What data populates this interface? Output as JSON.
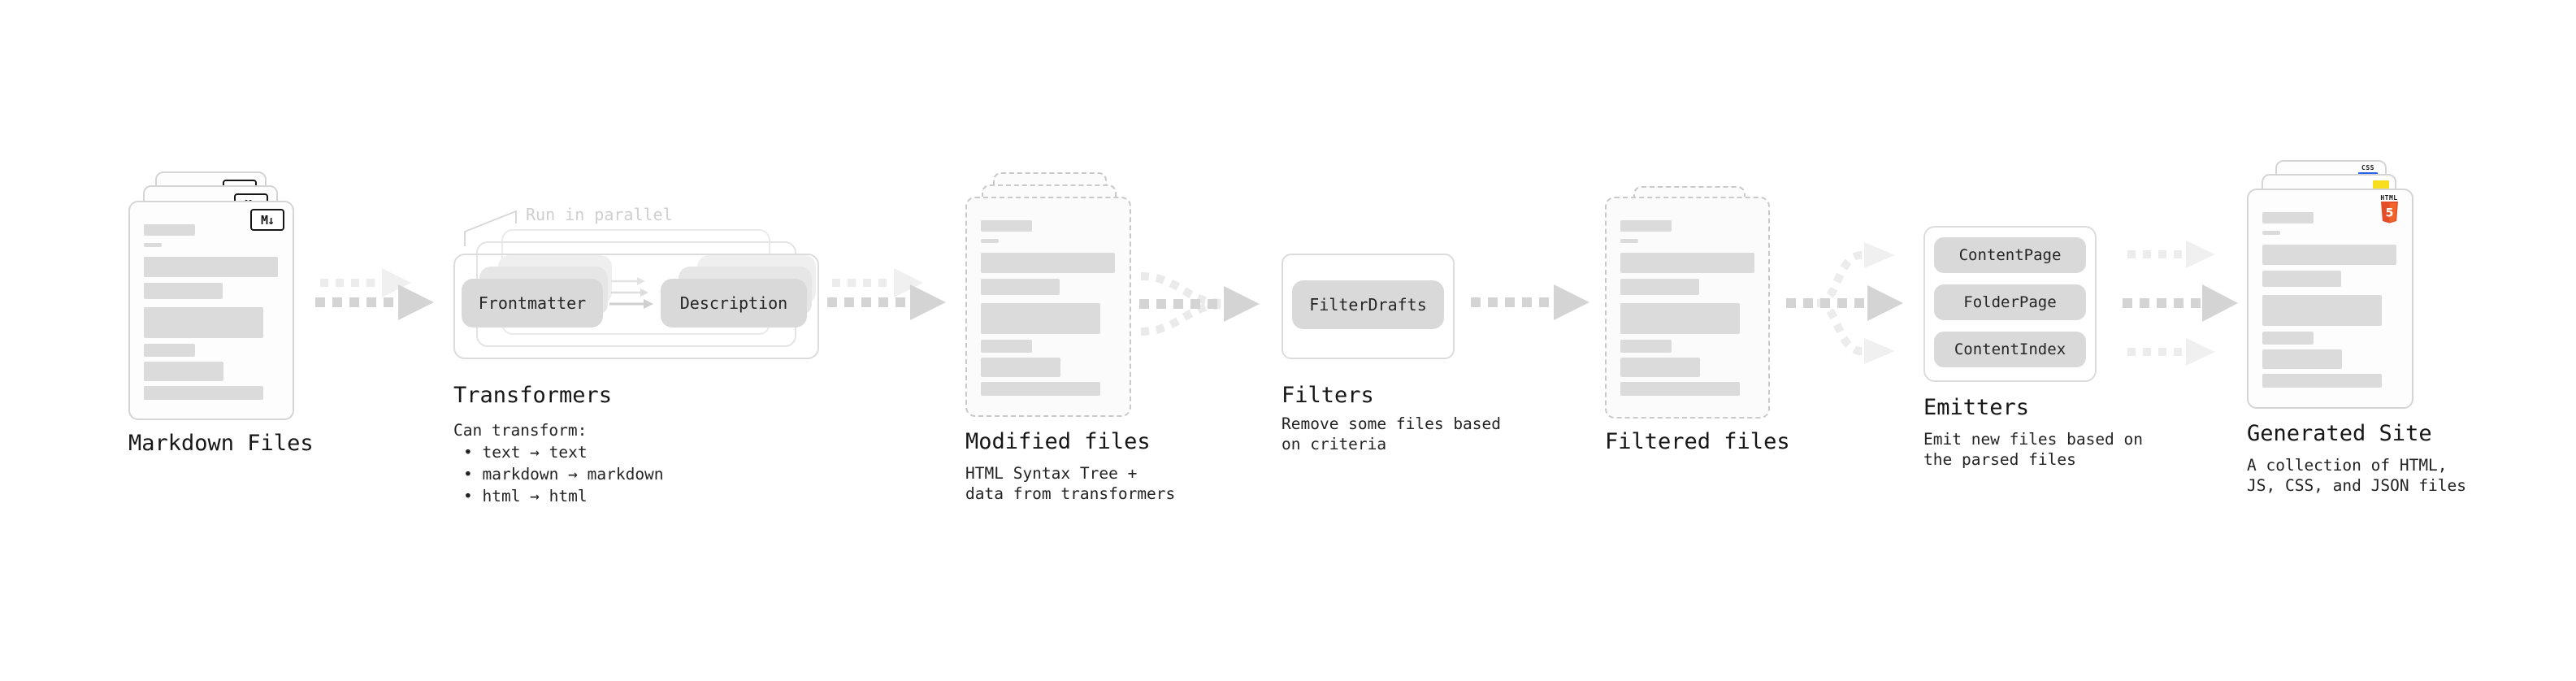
{
  "markdown_files": {
    "title": "Markdown Files",
    "file_badge": "M↓"
  },
  "transformers": {
    "title": "Transformers",
    "annotation": "Run in parallel",
    "pills": [
      "Frontmatter",
      "Description"
    ],
    "description_heading": "Can transform:",
    "bullets": [
      "• text → text",
      "• markdown → markdown",
      "• html → html"
    ]
  },
  "modified_files": {
    "title": "Modified files",
    "description": [
      "HTML Syntax Tree +",
      "data from transformers"
    ]
  },
  "filters": {
    "title": "Filters",
    "pills": [
      "FilterDrafts"
    ],
    "description": [
      "Remove some files based",
      "on criteria"
    ]
  },
  "filtered_files": {
    "title": "Filtered files"
  },
  "emitters": {
    "title": "Emitters",
    "pills": [
      "ContentPage",
      "FolderPage",
      "ContentIndex"
    ],
    "description": [
      "Emit new files based on",
      "the parsed files"
    ]
  },
  "generated_site": {
    "title": "Generated Site",
    "description": [
      "A collection of HTML,",
      "JS, CSS, and JSON files"
    ],
    "file_badges": {
      "html_label": "HTML",
      "html_number": "5",
      "css_label": "CSS"
    }
  },
  "colors": {
    "html5_orange": "#e44d26",
    "html5_orange_light": "#f16529",
    "js_yellow": "#f7df1e",
    "css_blue": "#2962e7",
    "bar_gray": "#dbdbdb",
    "pill_gray": "#d9d9d9",
    "arrow_gray": "#d4d4d4",
    "arrow_light_gray": "#ececec"
  }
}
